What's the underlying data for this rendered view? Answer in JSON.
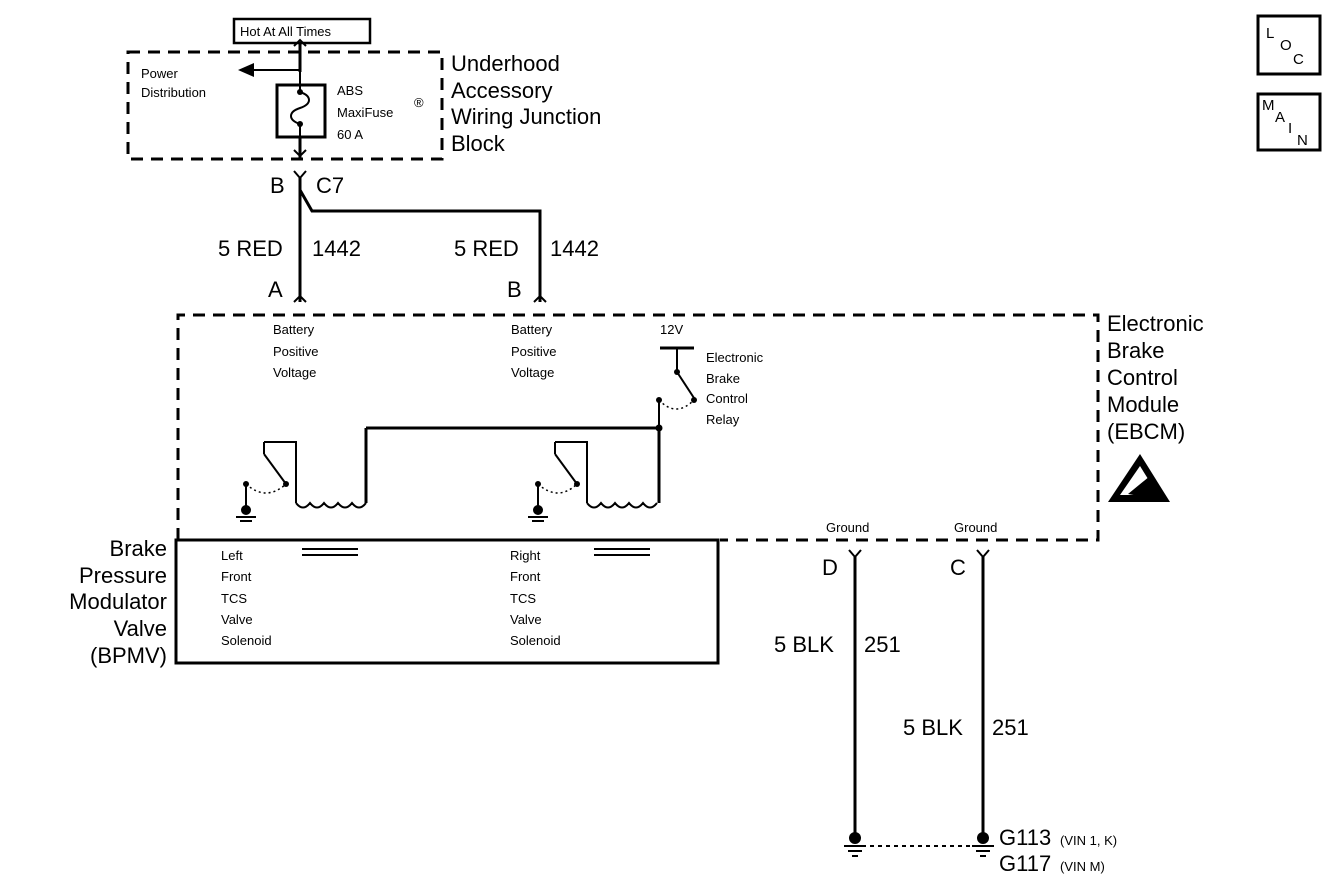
{
  "header": {
    "hot_label": "Hot At All Times"
  },
  "nav": {
    "loc": [
      "L",
      "O",
      "C"
    ],
    "main": [
      "M",
      "A",
      "I",
      "N"
    ]
  },
  "junction_block": {
    "title": [
      "Underhood",
      "Accessory",
      "Wiring Junction",
      "Block"
    ],
    "power_distribution": [
      "Power",
      "Distribution"
    ],
    "fuse": [
      "ABS",
      "MaxiFuse",
      "60 A"
    ],
    "fuse_symbol": "®",
    "pin_b": "B",
    "connector": "C7"
  },
  "wires": {
    "left": {
      "gauge_color": "5 RED",
      "circuit": "1442",
      "pin": "A"
    },
    "right": {
      "gauge_color": "5 RED",
      "circuit": "1442",
      "pin": "B"
    },
    "ground_d": {
      "gauge_color": "5 BLK",
      "circuit": "251",
      "pin": "D"
    },
    "ground_c": {
      "gauge_color": "5 BLK",
      "circuit": "251",
      "pin": "C"
    }
  },
  "ebcm": {
    "title": [
      "Electronic",
      "Brake",
      "Control",
      "Module",
      "(EBCM)"
    ],
    "bpv_left": [
      "Battery",
      "Positive",
      "Voltage"
    ],
    "bpv_right": [
      "Battery",
      "Positive",
      "Voltage"
    ],
    "voltage": "12V",
    "relay": [
      "Electronic",
      "Brake",
      "Control",
      "Relay"
    ],
    "ground_left": "Ground",
    "ground_right": "Ground"
  },
  "bpmv": {
    "title": [
      "Brake",
      "Pressure",
      "Modulator",
      "Valve",
      "(BPMV)"
    ],
    "left_solenoid": [
      "Left",
      "Front",
      "TCS",
      "Valve",
      "Solenoid"
    ],
    "right_solenoid": [
      "Right",
      "Front",
      "TCS",
      "Valve",
      "Solenoid"
    ]
  },
  "grounds": {
    "g113": "G113",
    "g113_note": "(VIN 1, K)",
    "g117": "G117",
    "g117_note": "(VIN M)"
  },
  "icons": {
    "esd": "esd-warning-icon",
    "ground": "ground-icon",
    "fuse": "fuse-icon",
    "relay": "relay-switch-icon"
  }
}
